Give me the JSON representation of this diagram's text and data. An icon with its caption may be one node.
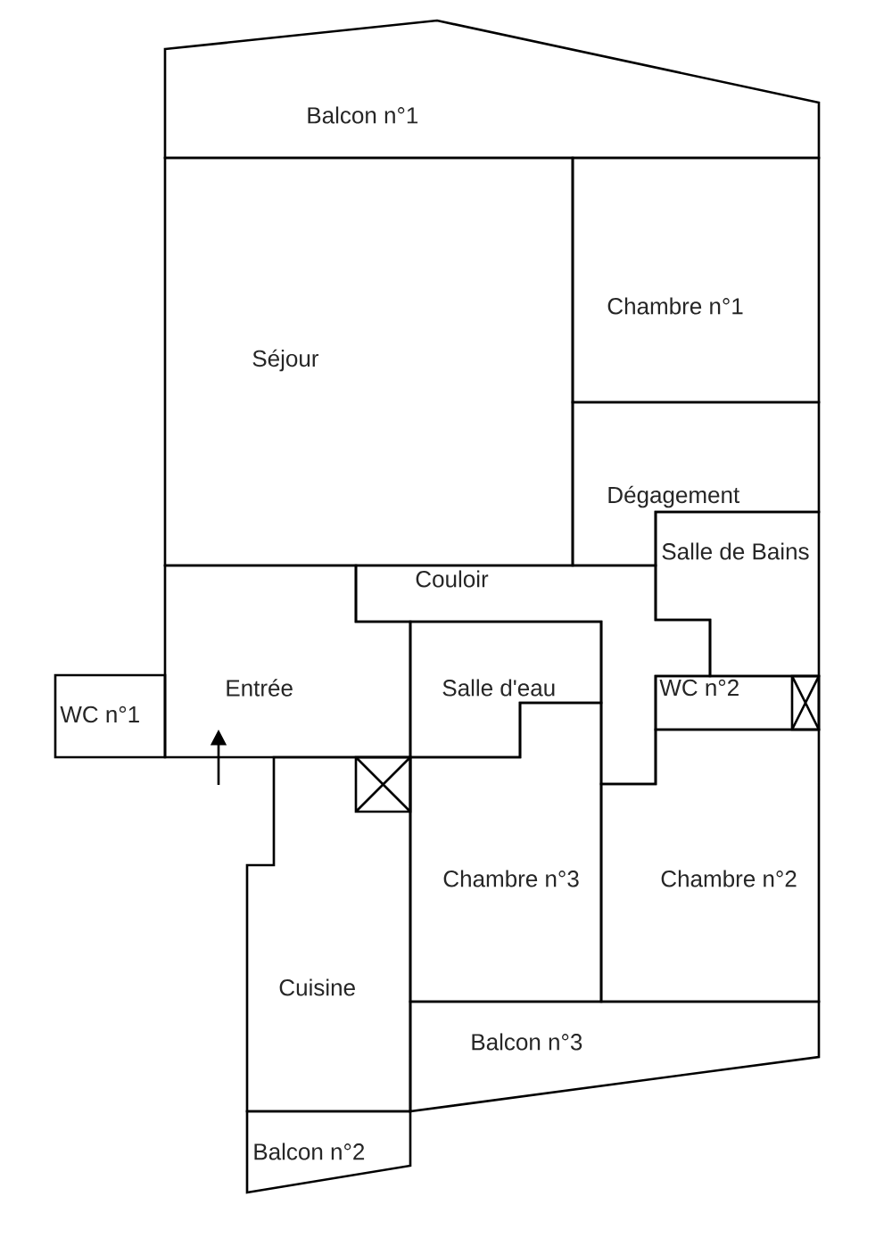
{
  "diagram": {
    "nodes": [
      {
        "text": [
          "Balcon n°1"
        ]
      },
      {
        "text": [
          "Séjour"
        ]
      },
      {
        "text": [
          "Chambre n°1"
        ]
      },
      {
        "text": [
          "Dégagement"
        ]
      },
      {
        "text": [
          "Salle de Bains"
        ]
      },
      {
        "text": [
          "Couloir"
        ]
      },
      {
        "text": [
          "Entrée"
        ]
      },
      {
        "text": [
          "WC n°1"
        ]
      },
      {
        "text": [
          "Salle d'eau"
        ]
      },
      {
        "text": [
          "WC n°2"
        ]
      },
      {
        "text": [
          "Chambre n°3"
        ]
      },
      {
        "text": [
          "Chambre n°2"
        ]
      },
      {
        "text": [
          "Cuisine"
        ]
      },
      {
        "text": [
          "Balcon n°3"
        ]
      },
      {
        "text": [
          "Balcon n°2"
        ]
      }
    ],
    "edges": [
      {
        "from": null,
        "to": 6,
        "arrow": "to"
      }
    ]
  }
}
